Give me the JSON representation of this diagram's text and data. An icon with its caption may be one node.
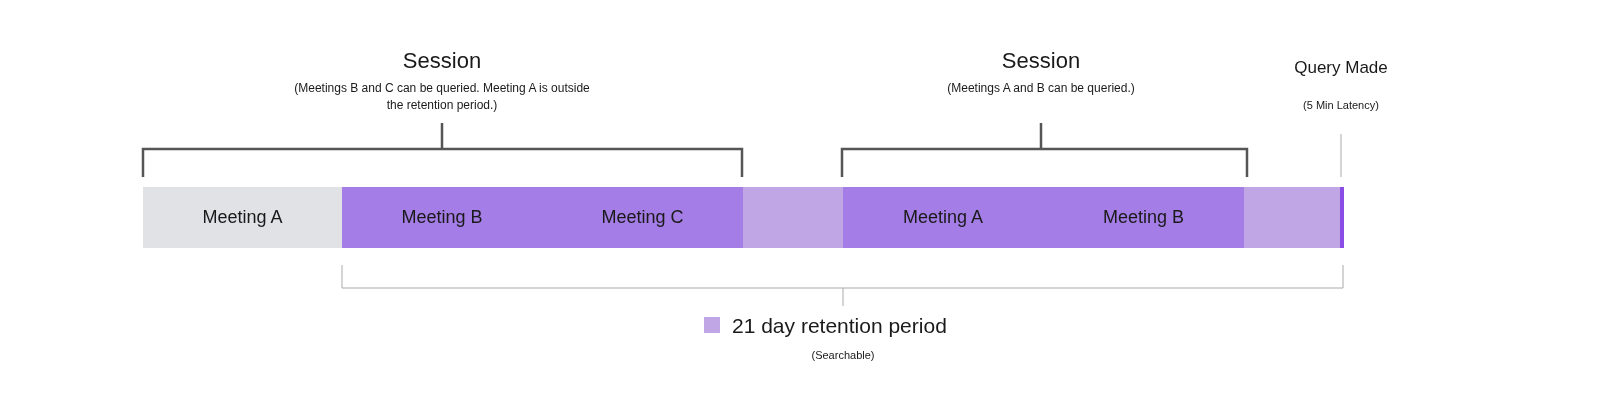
{
  "diagram": {
    "nodes": [
      {
        "text": [
          "Meeting A"
        ]
      },
      {
        "text": [
          "Meeting B"
        ]
      },
      {
        "text": [
          "Meeting C"
        ]
      },
      {
        "text": [],
        "shape": "bar"
      },
      {
        "text": [
          "Meeting A"
        ]
      },
      {
        "text": [
          "Meeting B"
        ]
      },
      {
        "text": [],
        "shape": "bar"
      },
      {
        "text": [],
        "shape": "bar"
      }
    ],
    "edges": [],
    "labels": [
      "Session",
      "(Meetings B and C can be queried. Meeting A is outside the retention period.)",
      "Session",
      "(Meetings A and B can be queried.)",
      "Query Made",
      "(5 Min Latency)",
      "(Searchable)"
    ],
    "legend": [
      {
        "text": "21 day retention period",
        "color": "#c1a6e6"
      }
    ]
  }
}
